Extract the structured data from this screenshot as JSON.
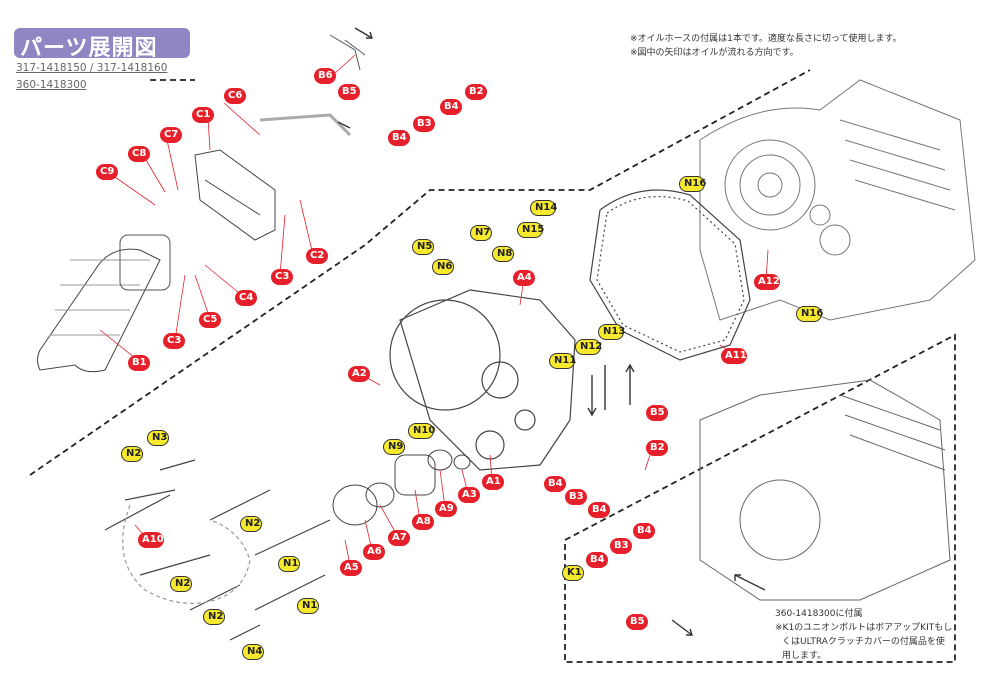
{
  "title": "パーツ展開図",
  "part_numbers": [
    "317-1418150 / 317-1418160",
    "360-1418300"
  ],
  "notes_top": [
    "※オイルホースの付属は1本です。適度な長さに切って使用します。",
    "※図中の矢印はオイルが流れる方向です。"
  ],
  "notes_inset": [
    "360-1418300に付属",
    "※K1のユニオンボルトはボアアップKITもし",
    "くはULTRAクラッチカバーの付属品を使",
    "用します。"
  ],
  "labels": {
    "B6": "B6",
    "B5a": "B5",
    "B2a": "B2",
    "B4a": "B4",
    "B3a": "B3",
    "B4b": "B4",
    "C6": "C6",
    "C1": "C1",
    "C7": "C7",
    "C8": "C8",
    "C9": "C9",
    "C2": "C2",
    "C3a": "C3",
    "C4": "C4",
    "C5": "C5",
    "C3b": "C3",
    "B1": "B1",
    "N14": "N14",
    "N15": "N15",
    "N7": "N7",
    "N8": "N8",
    "A4": "A4",
    "N5": "N5",
    "N6": "N6",
    "N13": "N13",
    "N12": "N12",
    "N11": "N11",
    "A11": "A11",
    "N16a": "N16",
    "A12": "A12",
    "N16b": "N16",
    "A2": "A2",
    "N9": "N9",
    "N10": "N10",
    "A1": "A1",
    "A3": "A3",
    "A9": "A9",
    "A8": "A8",
    "A7": "A7",
    "A6": "A6",
    "A5": "A5",
    "B5b": "B5",
    "B2b": "B2",
    "B4c": "B4",
    "B3b": "B3",
    "B4d": "B4",
    "N3": "N3",
    "N2a": "N2",
    "A10": "A10",
    "N2b": "N2",
    "N1a": "N1",
    "N2c": "N2",
    "N2d": "N2",
    "N1b": "N1",
    "N4": "N4",
    "B4e": "B4",
    "B3c": "B3",
    "B4f": "B4",
    "K1": "K1",
    "B5c": "B5"
  }
}
